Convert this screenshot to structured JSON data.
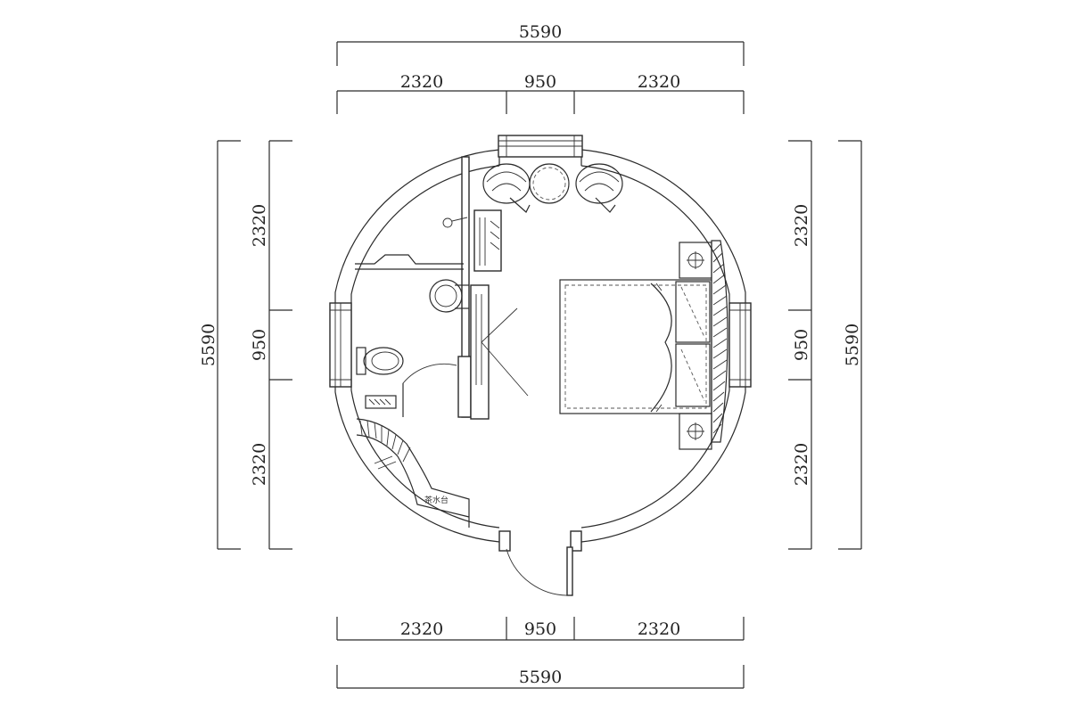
{
  "dimensions": {
    "top_total": "5590",
    "top_left": "2320",
    "top_mid": "950",
    "top_right": "2320",
    "bottom_left": "2320",
    "bottom_mid": "950",
    "bottom_right": "2320",
    "bottom_total": "5590",
    "left_total": "5590",
    "left_top": "2320",
    "left_mid": "950",
    "left_bottom": "2320",
    "right_top": "2320",
    "right_mid": "950",
    "right_bottom": "2320",
    "right_total": "5590"
  },
  "rooms": {
    "tea_counter_label": "茶水台"
  },
  "colors": {
    "line": "#2b2b2b",
    "background": "#ffffff"
  }
}
